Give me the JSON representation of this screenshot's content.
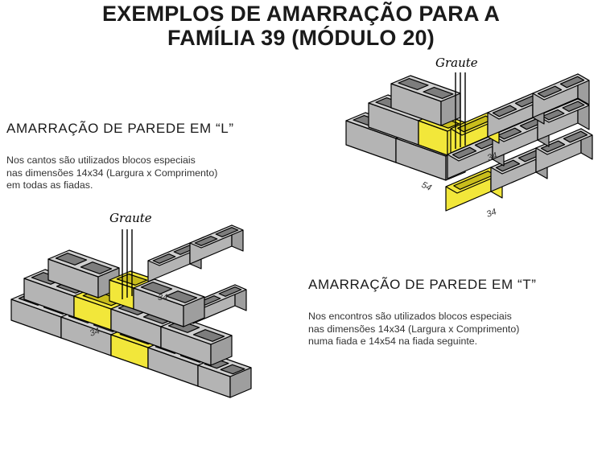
{
  "title": {
    "line1": "EXEMPLOS DE AMARRAÇÃO PARA A",
    "line2": "FAMÍLIA 39 (MÓDULO 20)"
  },
  "section_l": {
    "heading": "AMARRAÇÃO DE PAREDE EM “L”",
    "description": [
      "Nos cantos são utilizados blocos especiais",
      "nas dimensões 14x34 (Largura x Comprimento)",
      "em todas as fiadas."
    ],
    "grout_label": "Graute",
    "block_labels": [
      "34",
      "34"
    ]
  },
  "section_t": {
    "heading": "AMARRAÇÃO DE PAREDE EM “T”",
    "description": [
      "Nos encontros são utilizados blocos especiais",
      "nas dimensões 14x34 (Largura x Comprimento)",
      "numa fiada e 14x54 na fiada seguinte."
    ],
    "grout_label": "Graute",
    "block_labels": [
      "34",
      "54"
    ]
  },
  "colors": {
    "block_face": "#b4b4b4",
    "block_top": "#cfcfcf",
    "special_block": "#f2e73a",
    "outline": "#000000"
  }
}
